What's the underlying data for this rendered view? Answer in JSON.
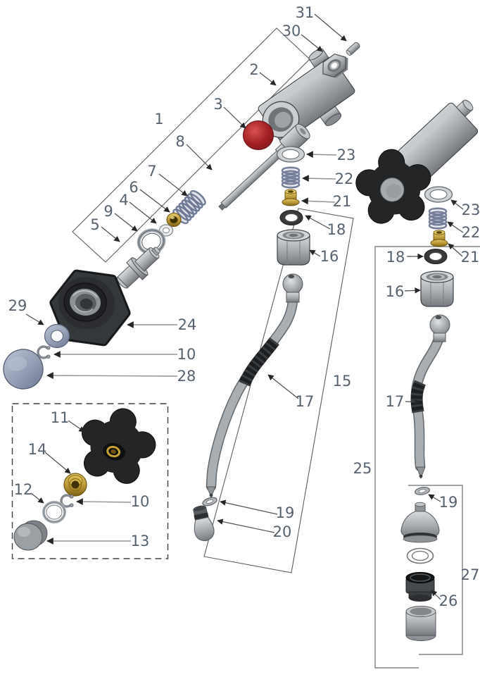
{
  "diagram": {
    "kind": "exploded-parts-diagram",
    "subject": "steam valve and steam wand assembly",
    "callouts": [
      {
        "n": "31"
      },
      {
        "n": "30"
      },
      {
        "n": "2"
      },
      {
        "n": "3"
      },
      {
        "n": "1"
      },
      {
        "n": "8"
      },
      {
        "n": "7"
      },
      {
        "n": "6"
      },
      {
        "n": "4"
      },
      {
        "n": "9"
      },
      {
        "n": "5"
      },
      {
        "n": "23"
      },
      {
        "n": "22"
      },
      {
        "n": "21"
      },
      {
        "n": "18"
      },
      {
        "n": "16"
      },
      {
        "n": "24"
      },
      {
        "n": "10"
      },
      {
        "n": "28"
      },
      {
        "n": "29"
      },
      {
        "n": "11"
      },
      {
        "n": "14"
      },
      {
        "n": "12"
      },
      {
        "n": "10"
      },
      {
        "n": "13"
      },
      {
        "n": "17"
      },
      {
        "n": "15"
      },
      {
        "n": "19"
      },
      {
        "n": "20"
      },
      {
        "n": "23"
      },
      {
        "n": "22"
      },
      {
        "n": "21"
      },
      {
        "n": "18"
      },
      {
        "n": "16"
      },
      {
        "n": "17"
      },
      {
        "n": "25"
      },
      {
        "n": "19"
      },
      {
        "n": "26"
      },
      {
        "n": "27"
      }
    ]
  },
  "colors": {
    "label": "#55616e",
    "red_seal": "#a32024",
    "brass": "#b3902f",
    "knob_black": "#232527",
    "metal_gray": "#9aa0a4",
    "blue_gray_cap": "#96a0b6",
    "background": "#ffffff"
  }
}
